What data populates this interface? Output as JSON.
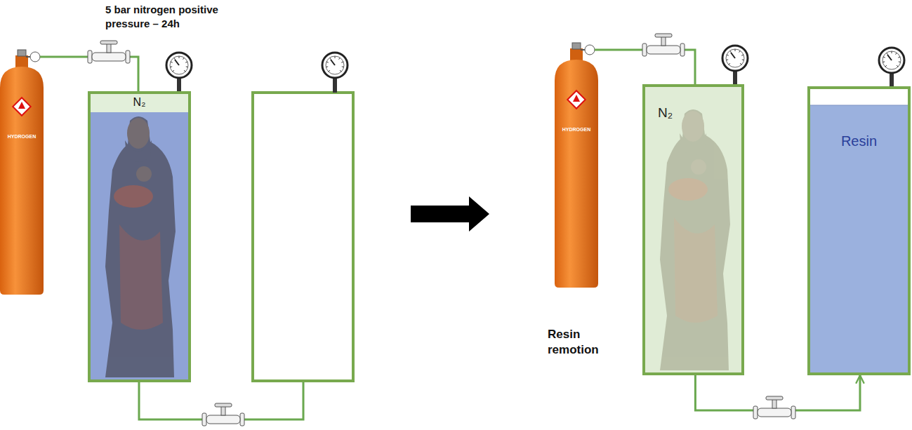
{
  "diagram": {
    "nodes": [
      {
        "text": [
          "N₂"
        ]
      },
      {
        "text": [
          "N₂"
        ]
      },
      {
        "text": [
          "Resin"
        ]
      }
    ],
    "edges": [
      {
        "from": 1,
        "to": 2,
        "arrow": "to"
      }
    ],
    "labels": [
      "5 bar nitrogen positive pressure – 24h",
      "HYDROGEN",
      "HYDROGEN",
      "Resin remotion"
    ]
  }
}
